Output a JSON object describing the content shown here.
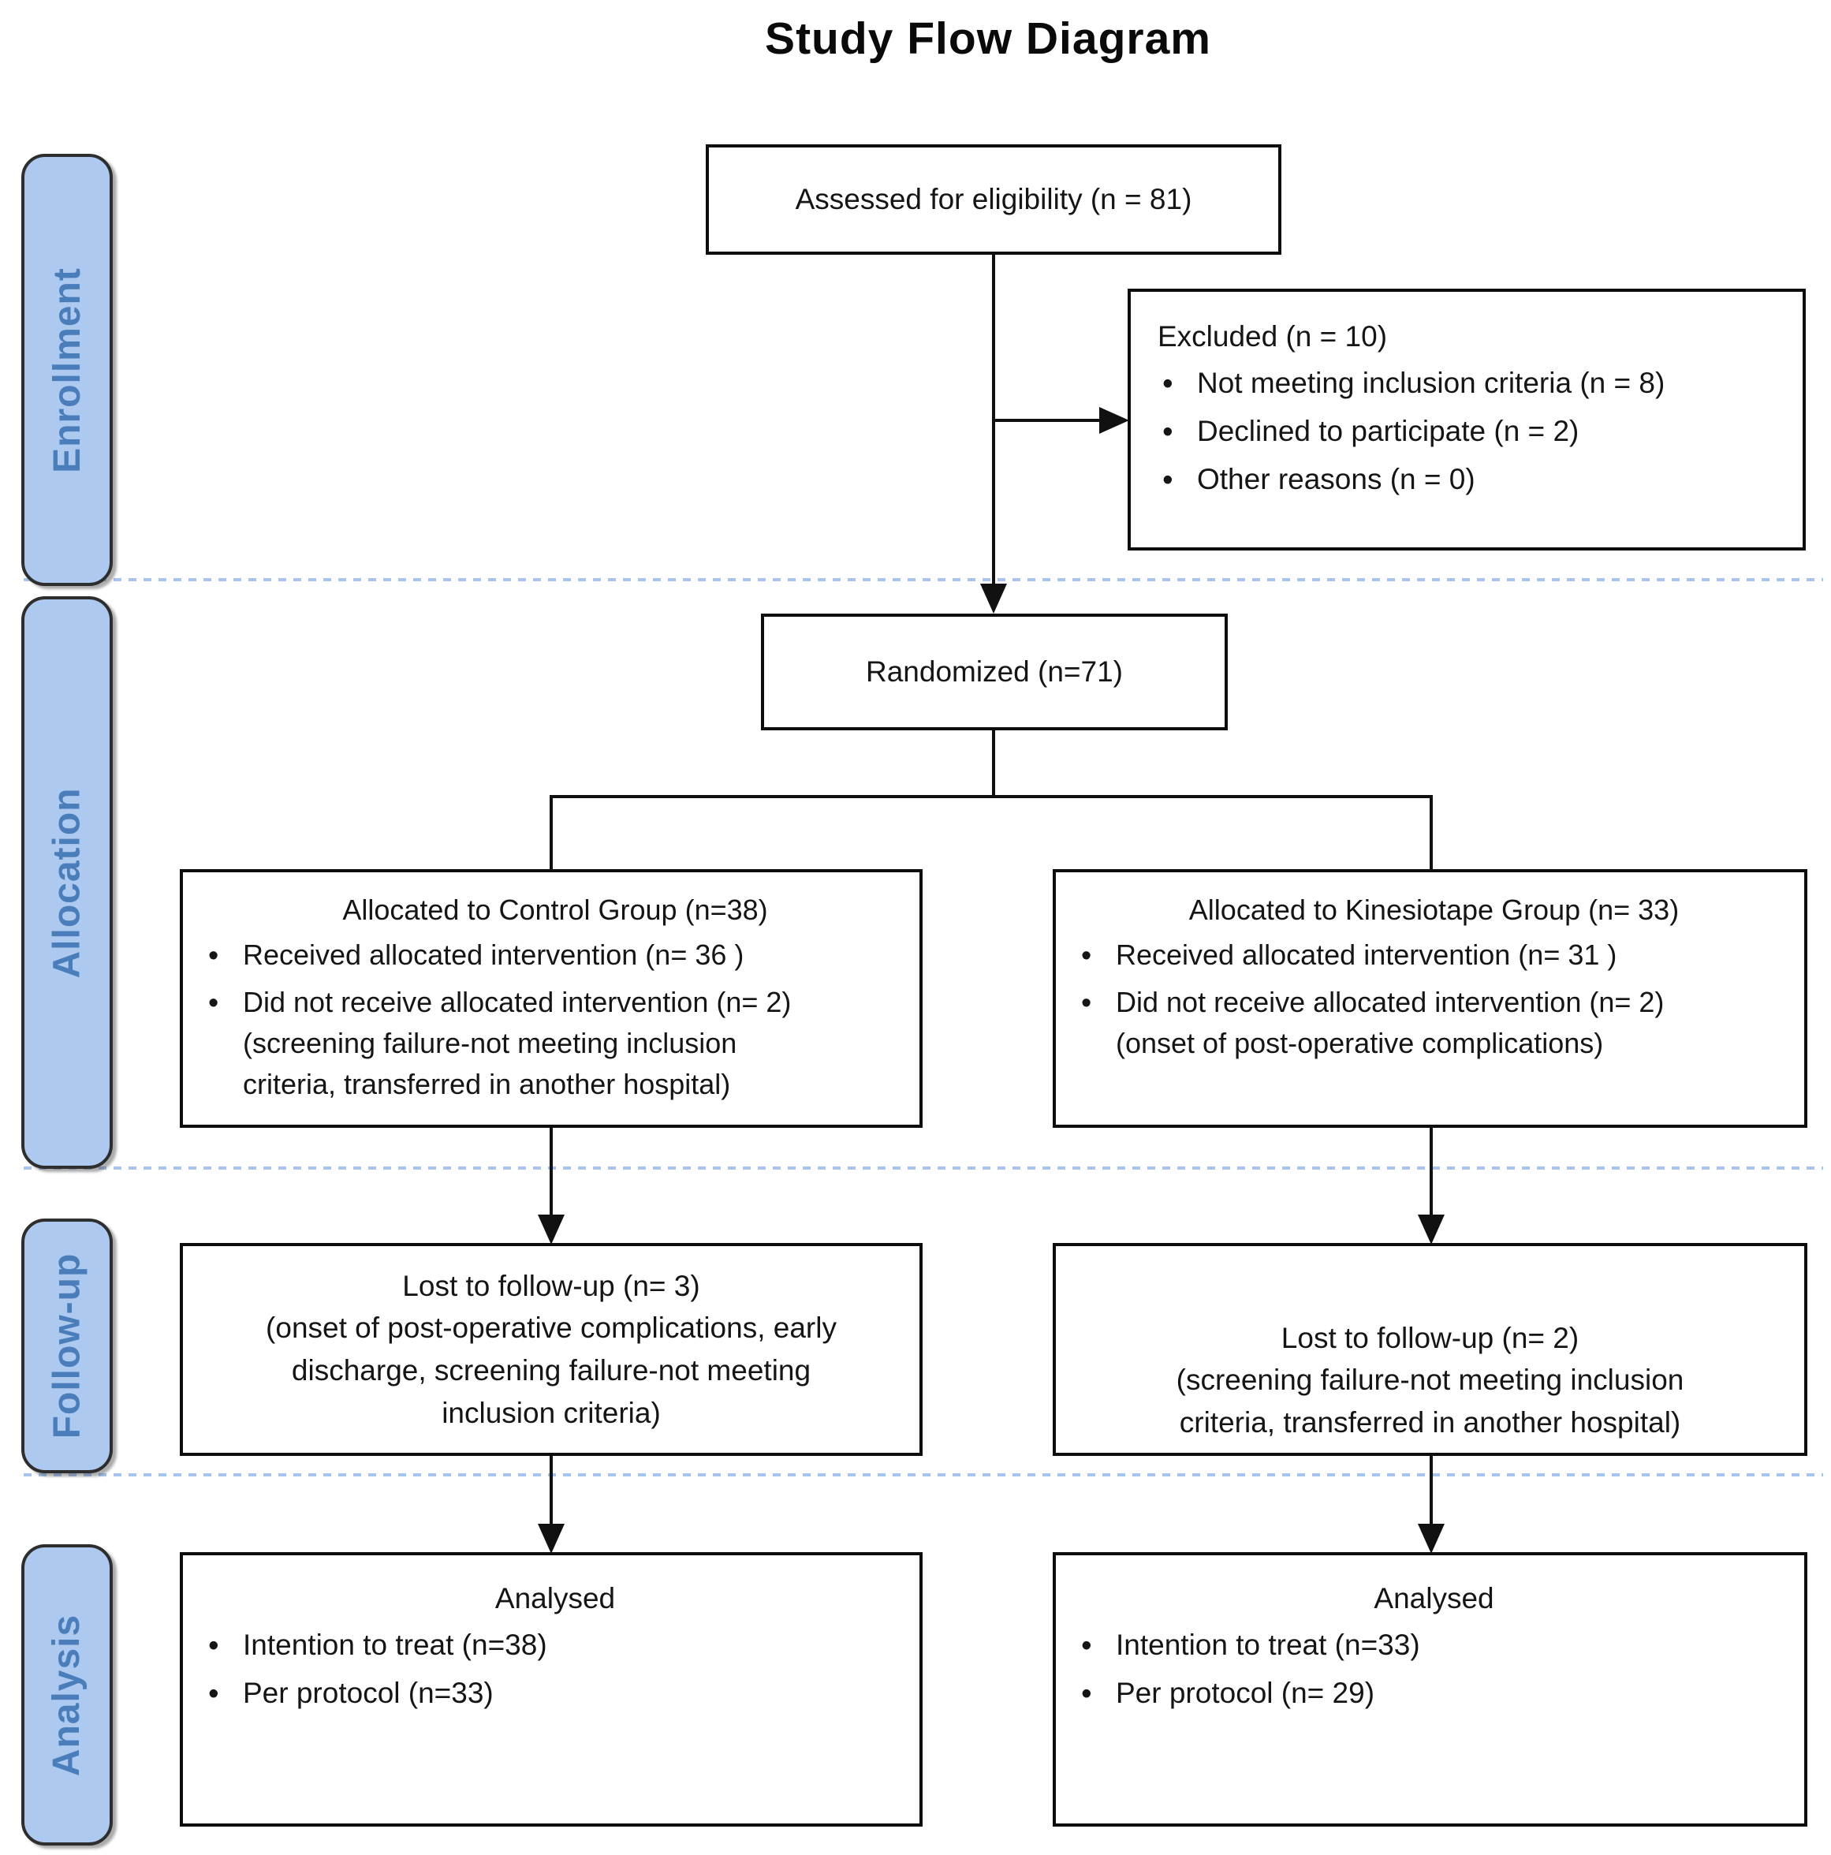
{
  "title": "Study Flow Diagram",
  "stages": [
    {
      "label": "Enrollment"
    },
    {
      "label": "Allocation"
    },
    {
      "label": "Follow-up"
    },
    {
      "label": "Analysis"
    }
  ],
  "boxes": {
    "eligibility": {
      "text": "Assessed for eligibility (n = 81)"
    },
    "excluded": {
      "heading": "Excluded (n = 10)",
      "bullets": [
        "Not meeting inclusion criteria (n = 8)",
        "Declined to participate (n = 2)",
        "Other reasons (n = 0)"
      ]
    },
    "randomized": {
      "text": "Randomized (n=71)"
    },
    "allocation_control": {
      "heading": "Allocated to Control Group (n=38)",
      "bullets": [
        "Received allocated intervention (n= 36 )",
        "Did not receive allocated intervention (n= 2)\n(screening failure-not meeting inclusion\ncriteria, transferred in another hospital)"
      ]
    },
    "allocation_kinesiotape": {
      "heading": "Allocated to Kinesiotape Group (n= 33)",
      "bullets": [
        "Received allocated intervention (n= 31 )",
        "Did not receive allocated intervention (n= 2)\n(onset of post-operative complications)"
      ]
    },
    "followup_control": {
      "text": "Lost to follow-up (n= 3)\n(onset of post-operative complications, early\ndischarge, screening failure-not meeting\ninclusion criteria)"
    },
    "followup_kinesiotape": {
      "text": "Lost to follow-up (n= 2)\n(screening failure-not meeting inclusion\ncriteria, transferred in another hospital)"
    },
    "analysis_control": {
      "heading": "Analysed",
      "bullets": [
        "Intention to treat (n=38)",
        "Per protocol (n=33)"
      ]
    },
    "analysis_kinesiotape": {
      "heading": "Analysed",
      "bullets": [
        "Intention to treat (n=33)",
        "Per protocol (n= 29)"
      ]
    }
  },
  "colors": {
    "stage_fill": "#AEC9F0",
    "stage_text": "#4A7EBB",
    "divider": "#A6C4EF",
    "box_border": "#0D0D0D",
    "connector": "#111111"
  }
}
